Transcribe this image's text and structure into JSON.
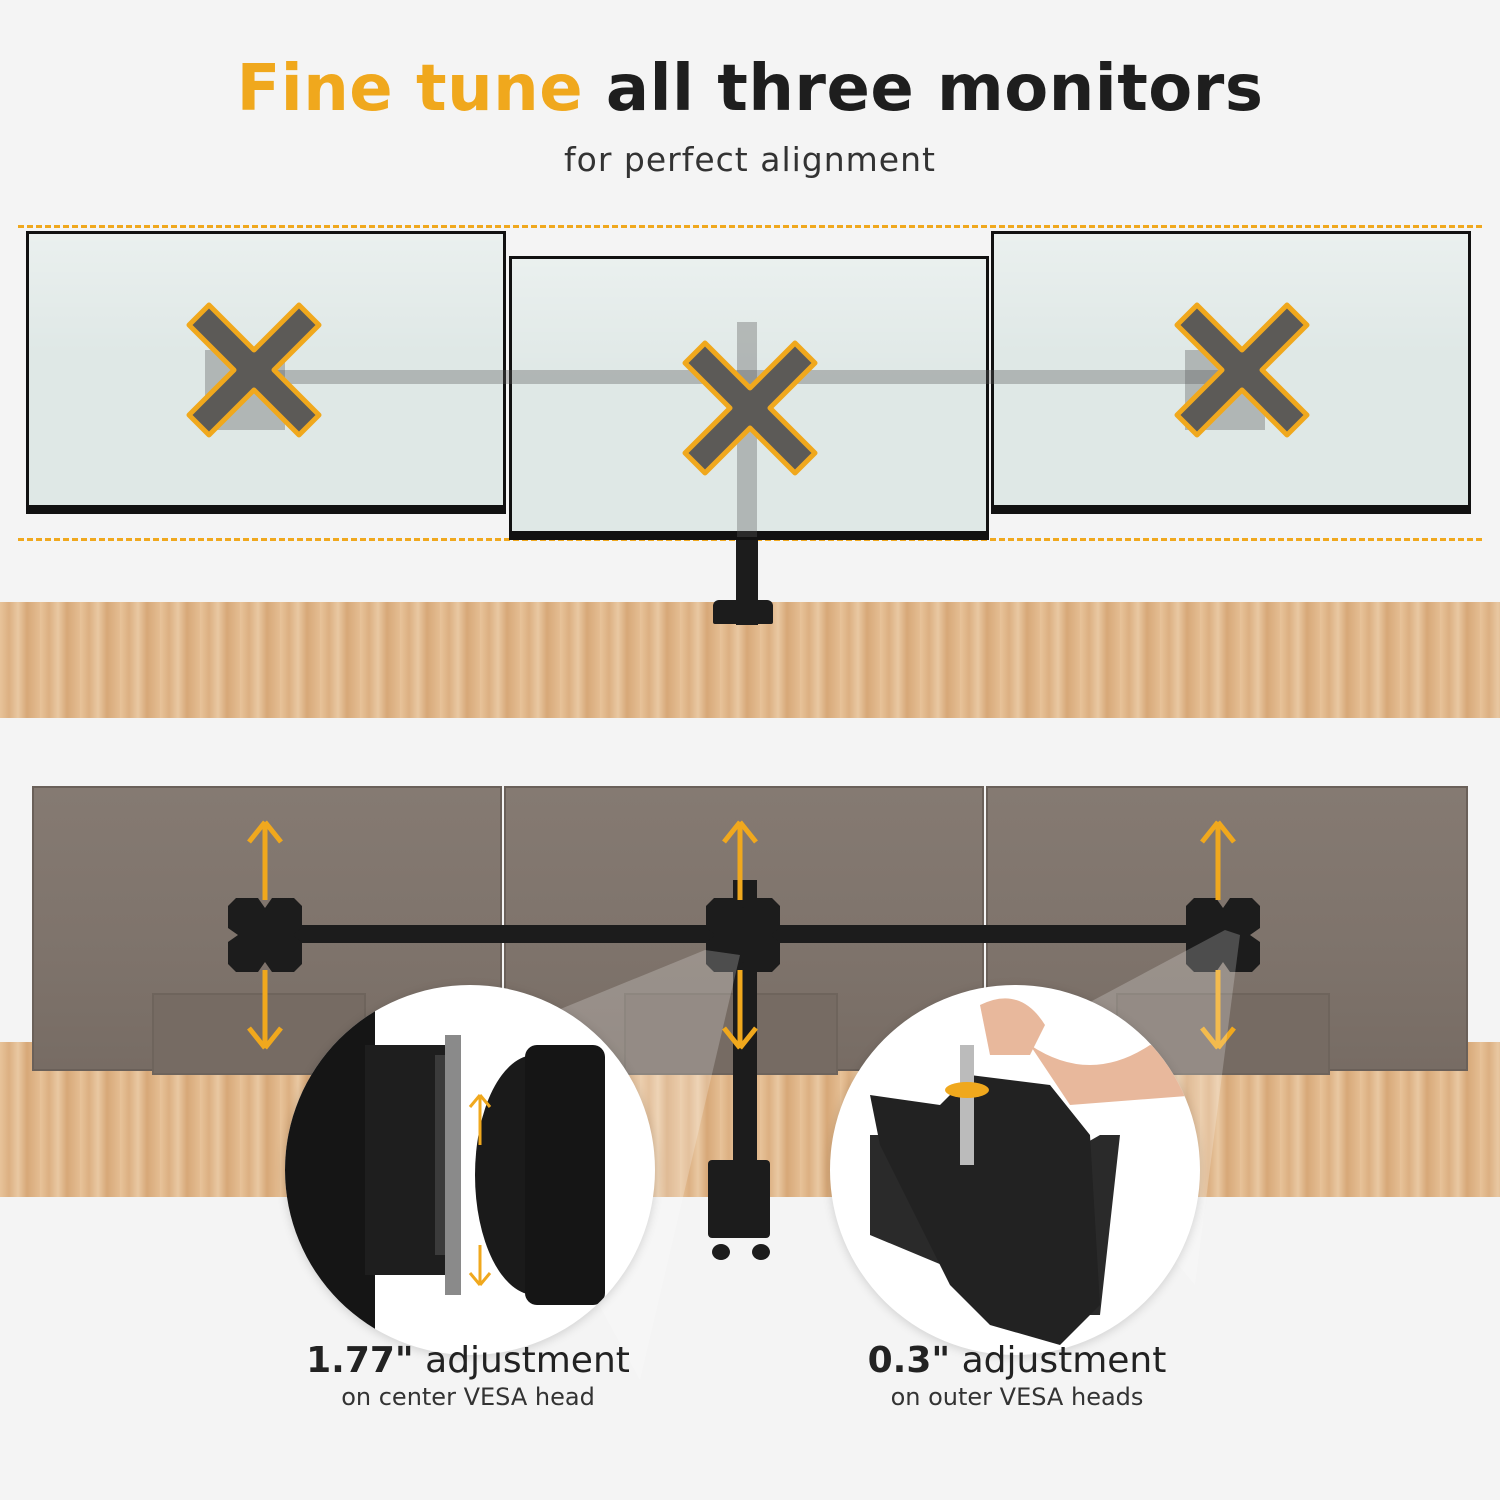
{
  "headline": {
    "accent": "Fine tune",
    "rest": "all three monitors",
    "subline": "for perfect alignment"
  },
  "colors": {
    "accent": "#f0a81d",
    "text": "#1e1e1e",
    "desk": "#e2b98c",
    "monitor_rear": "#7e736b"
  },
  "icons": {
    "misaligned": "x-mark-icon",
    "vertical_adjust": "double-arrow-vertical-icon"
  },
  "callouts": [
    {
      "value": "1.77\"",
      "label": "adjustment",
      "sub": "on center VESA head"
    },
    {
      "value": "0.3\"",
      "label": "adjustment",
      "sub": "on outer VESA heads"
    }
  ]
}
